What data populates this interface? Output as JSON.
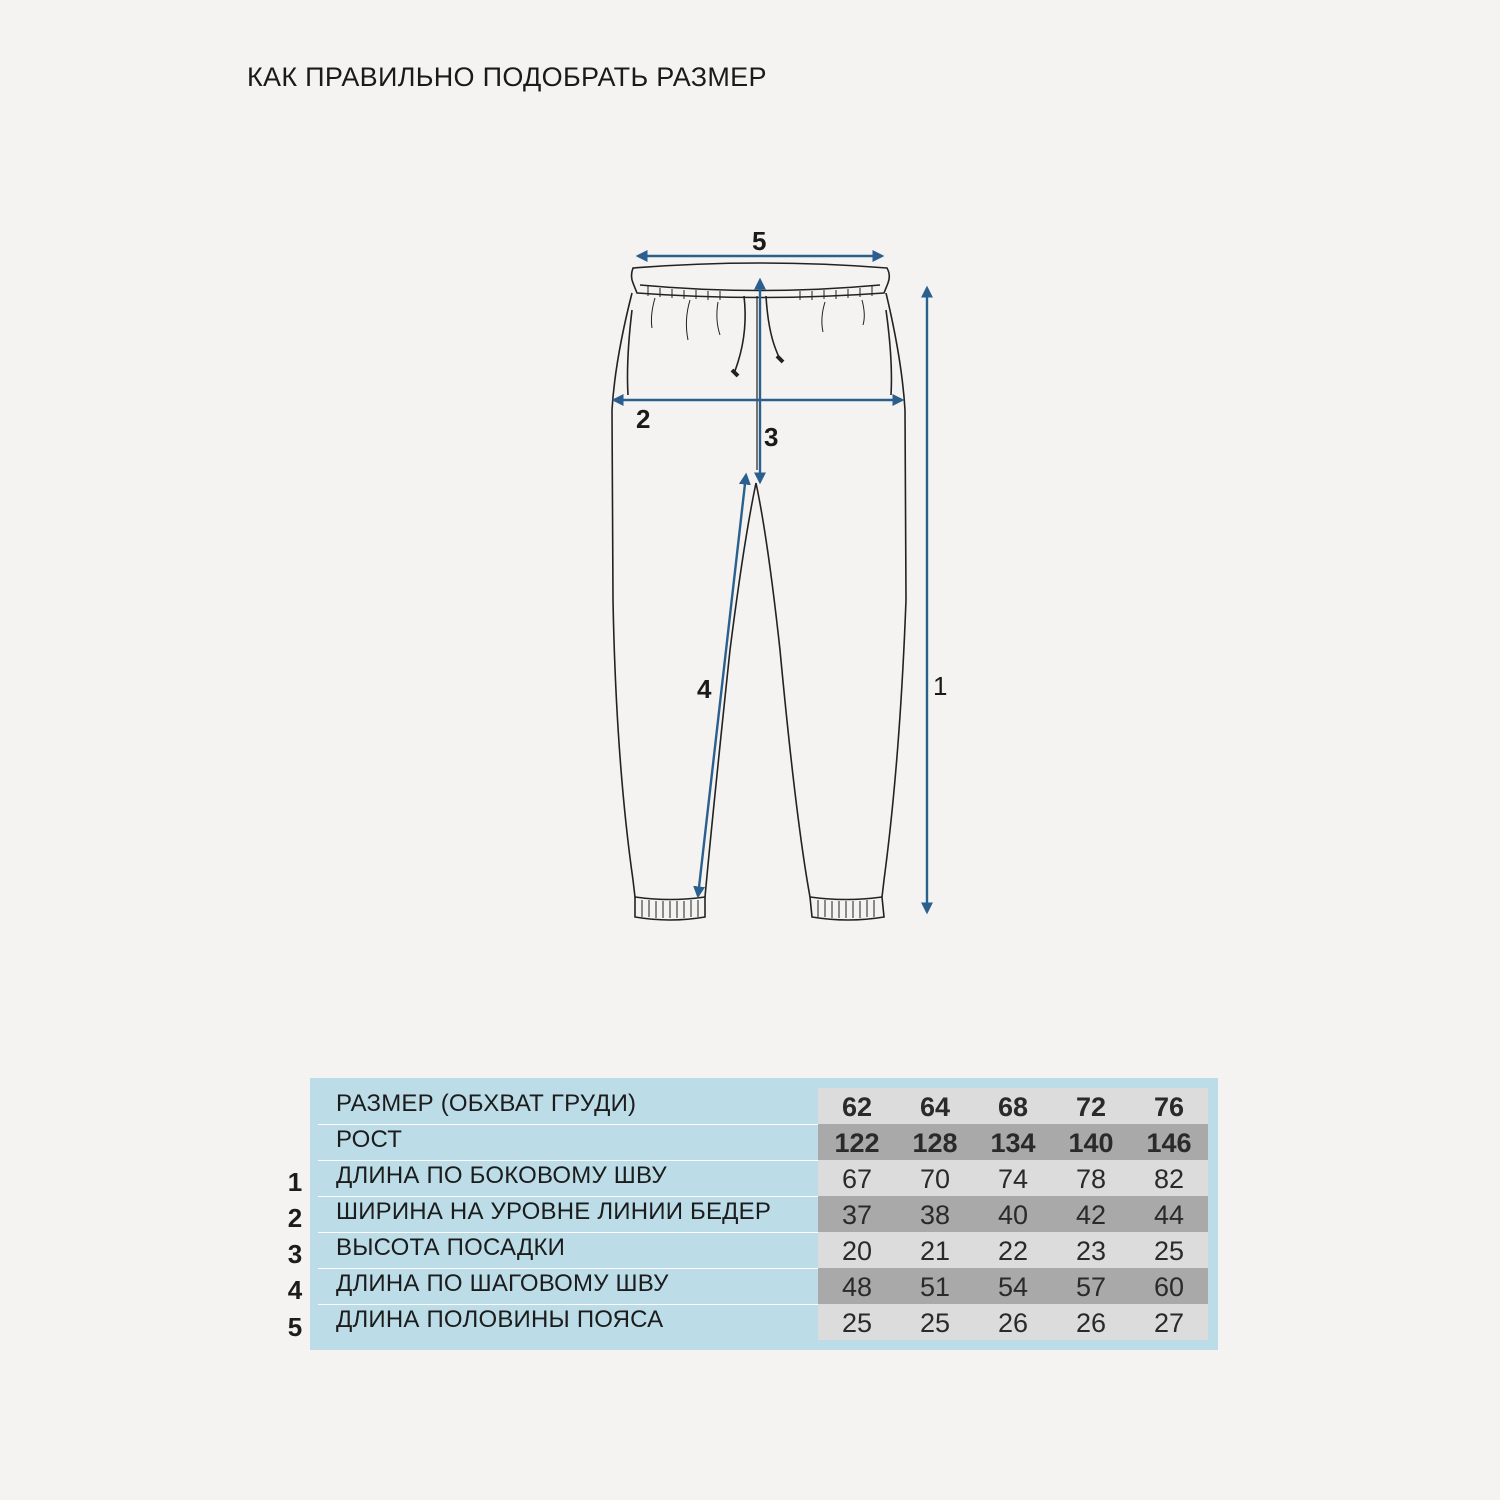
{
  "title": "КАК ПРАВИЛЬНО ПОДОБРАТЬ РАЗМЕР",
  "diagram": {
    "labels": [
      "1",
      "2",
      "3",
      "4",
      "5"
    ],
    "arrow_color": "#2b5f8e",
    "outline_color": "#222222"
  },
  "table": {
    "header_row": {
      "label": "РАЗМЕР (ОБХВАТ ГРУДИ)",
      "values": [
        "62",
        "64",
        "68",
        "72",
        "76"
      ]
    },
    "height_row": {
      "label": "РОСТ",
      "values": [
        "122",
        "128",
        "134",
        "140",
        "146"
      ]
    },
    "rows": [
      {
        "num": "1",
        "label": "ДЛИНА ПО БОКОВОМУ ШВУ",
        "values": [
          "67",
          "70",
          "74",
          "78",
          "82"
        ]
      },
      {
        "num": "2",
        "label": "ШИРИНА НА УРОВНЕ ЛИНИИ БЕДЕР",
        "values": [
          "37",
          "38",
          "40",
          "42",
          "44"
        ]
      },
      {
        "num": "3",
        "label": "ВЫСОТА ПОСАДКИ",
        "values": [
          "20",
          "21",
          "22",
          "23",
          "25"
        ]
      },
      {
        "num": "4",
        "label": "ДЛИНА ПО ШАГОВОМУ ШВУ",
        "values": [
          "48",
          "51",
          "54",
          "57",
          "60"
        ]
      },
      {
        "num": "5",
        "label": "ДЛИНА ПОЛОВИНЫ ПОЯСА",
        "values": [
          "25",
          "25",
          "26",
          "26",
          "27"
        ]
      }
    ],
    "colors": {
      "background": "#bcdde8",
      "light_cell": "#dcdcdc",
      "dark_cell": "#a9a9a9"
    }
  }
}
